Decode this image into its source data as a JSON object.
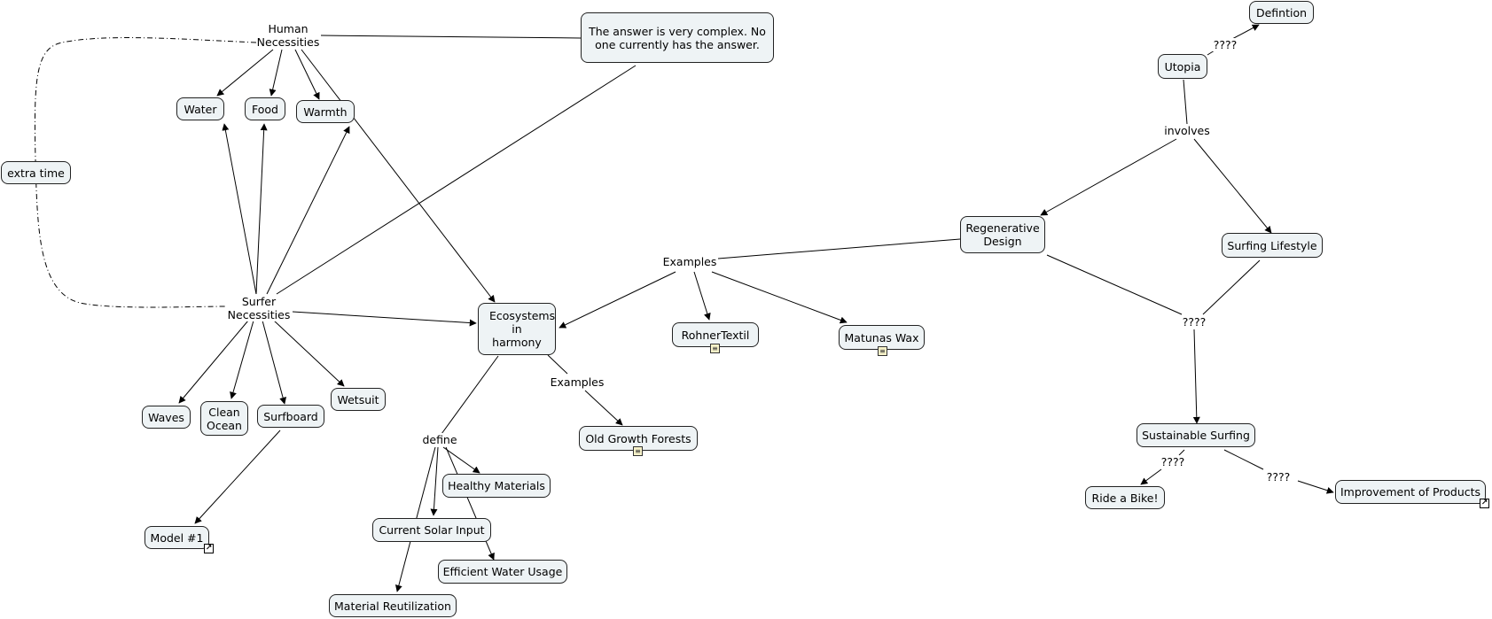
{
  "nodes": {
    "water": "Water",
    "food": "Food",
    "warmth": "Warmth",
    "extra_time": "extra time",
    "ecosystems": "Ecosystems in harmony",
    "answer": "The answer is very complex. No one currently has the answer.",
    "waves": "Waves",
    "clean_ocean": "Clean Ocean",
    "surfboard": "Surfboard",
    "wetsuit": "Wetsuit",
    "model1": "Model #1",
    "healthy_materials": "Healthy Materials",
    "current_solar": "Current Solar Input",
    "efficient_water": "Efficient Water Usage",
    "material_reutil": "Material Reutilization",
    "old_growth": "Old Growth Forests",
    "rohner": "RohnerTextil",
    "matunas": "Matunas Wax",
    "regenerative": "Regenerative Design",
    "surfing_lifestyle": "Surfing Lifestyle",
    "sustainable_surfing": "Sustainable Surfing",
    "ride_bike": "Ride a Bike!",
    "improvement": "Improvement of Products",
    "utopia": "Utopia",
    "defintion": "Defintion"
  },
  "labels": {
    "human_necessities": "Human Necessities",
    "surfer_necessities": "Surfer Necessities",
    "define": "define",
    "examples_left": "Examples",
    "examples_right": "Examples",
    "involves": "involves",
    "q_top": "????",
    "q_mid": "????",
    "q_bike": "????",
    "q_improve": "????"
  },
  "icons": {
    "resource": "note-resource-icon",
    "link": "external-link-icon"
  }
}
